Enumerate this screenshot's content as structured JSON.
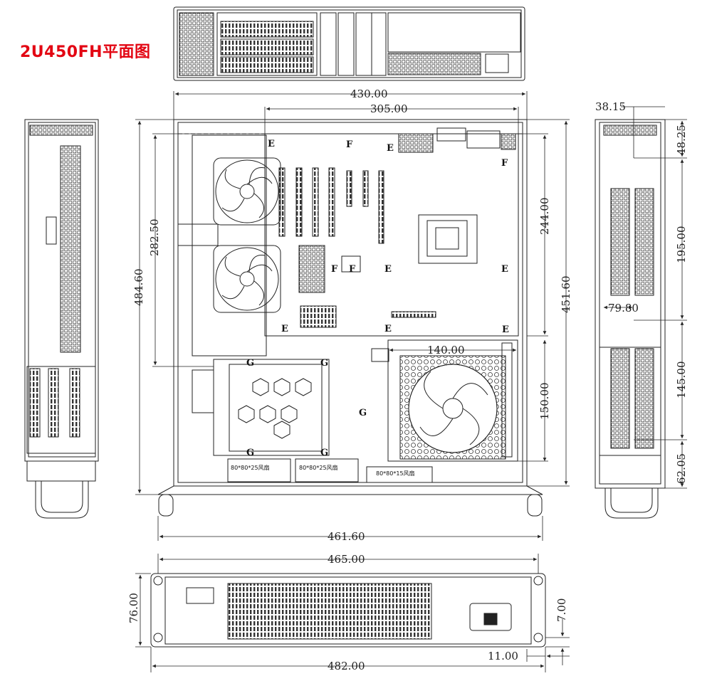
{
  "title": "2U450FH平面图",
  "dimensions": {
    "top_width": "430.00",
    "top_inner": "305.00",
    "side_total_depth": "484.60",
    "side_inner_depth": "282.50",
    "right_inner_depth": "244.00",
    "right_total_depth": "451.60",
    "bottom_width": "461.60",
    "front_width": "465.00",
    "front_total_width": "482.00",
    "front_height": "76.00",
    "front_small": "7.00",
    "front_edge": "11.00",
    "psu_width": "140.00",
    "psu_height": "150.00",
    "side_top_offset": "38.15",
    "side_48": "48.25",
    "side_195": "195.00",
    "side_79": "79.80",
    "side_145": "145.00",
    "side_62": "62.05"
  },
  "fan_labels": {
    "fan1": "80*80*25风扇",
    "fan2": "80*80*25风扇",
    "fan3": "80*80*15风扇"
  },
  "markers": {
    "e": "E",
    "f": "F",
    "g": "G"
  }
}
